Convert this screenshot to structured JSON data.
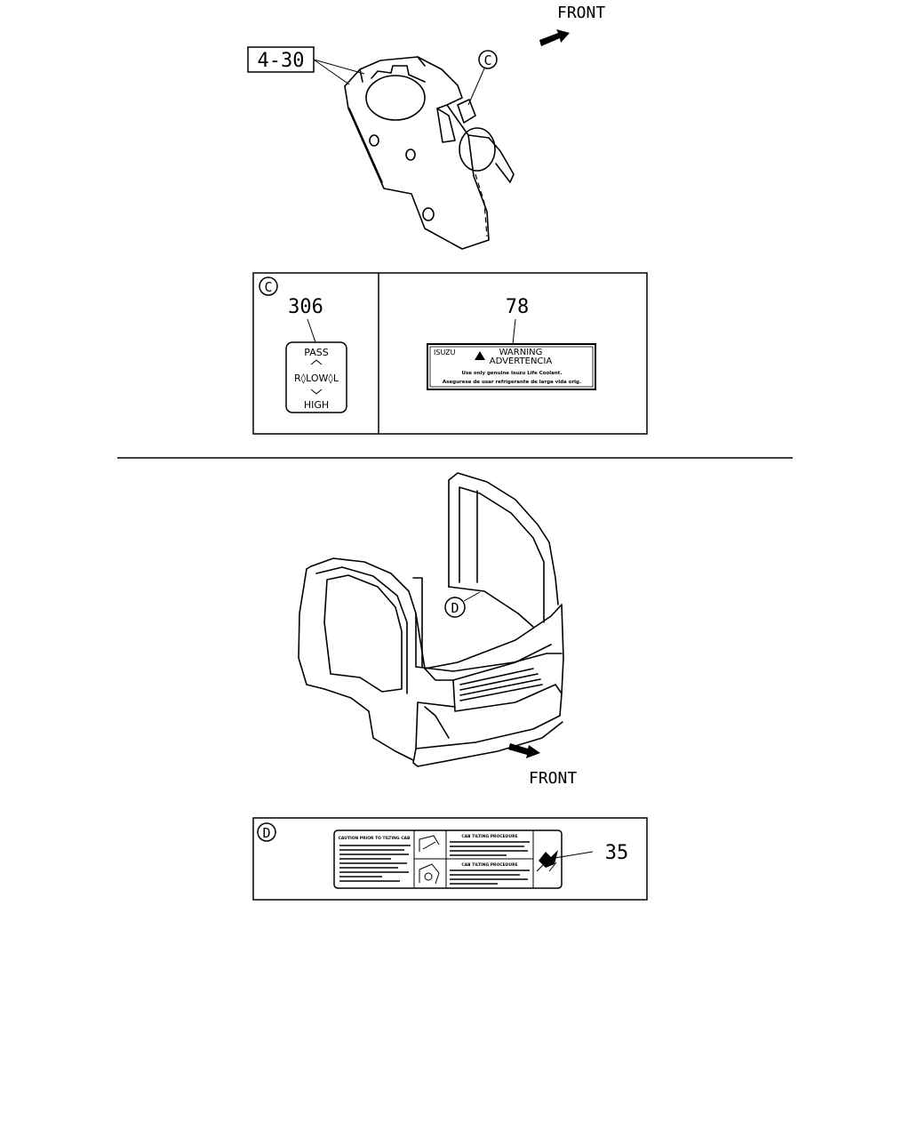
{
  "top": {
    "front_label": "FRONT",
    "part_ref": "4-30",
    "callout_c": "C"
  },
  "detail_c": {
    "letter": "C",
    "left_part_no": "306",
    "right_part_no": "78",
    "switch_plate": {
      "top": "PASS",
      "middle": "R◊LOW◊L",
      "bottom": "HIGH"
    },
    "warning_label": {
      "brand": "ISUZU",
      "title": "WARNING",
      "subtitle": "ADVERTENCIA",
      "line1": "Use only genuine Isuzu Life Coolant.",
      "line2": "Asegurese de usar refrigerante de larga vida orig."
    }
  },
  "bottom": {
    "callout_d": "D",
    "front_label": "FRONT"
  },
  "detail_d": {
    "letter": "D",
    "part_no": "35",
    "label_header_left": "CAUTION PRIOR TO TILTING CAB",
    "label_header_right1": "CAB TILTING PROCEDURE",
    "label_header_right2": "CAB TILTING PROCEDURE"
  }
}
